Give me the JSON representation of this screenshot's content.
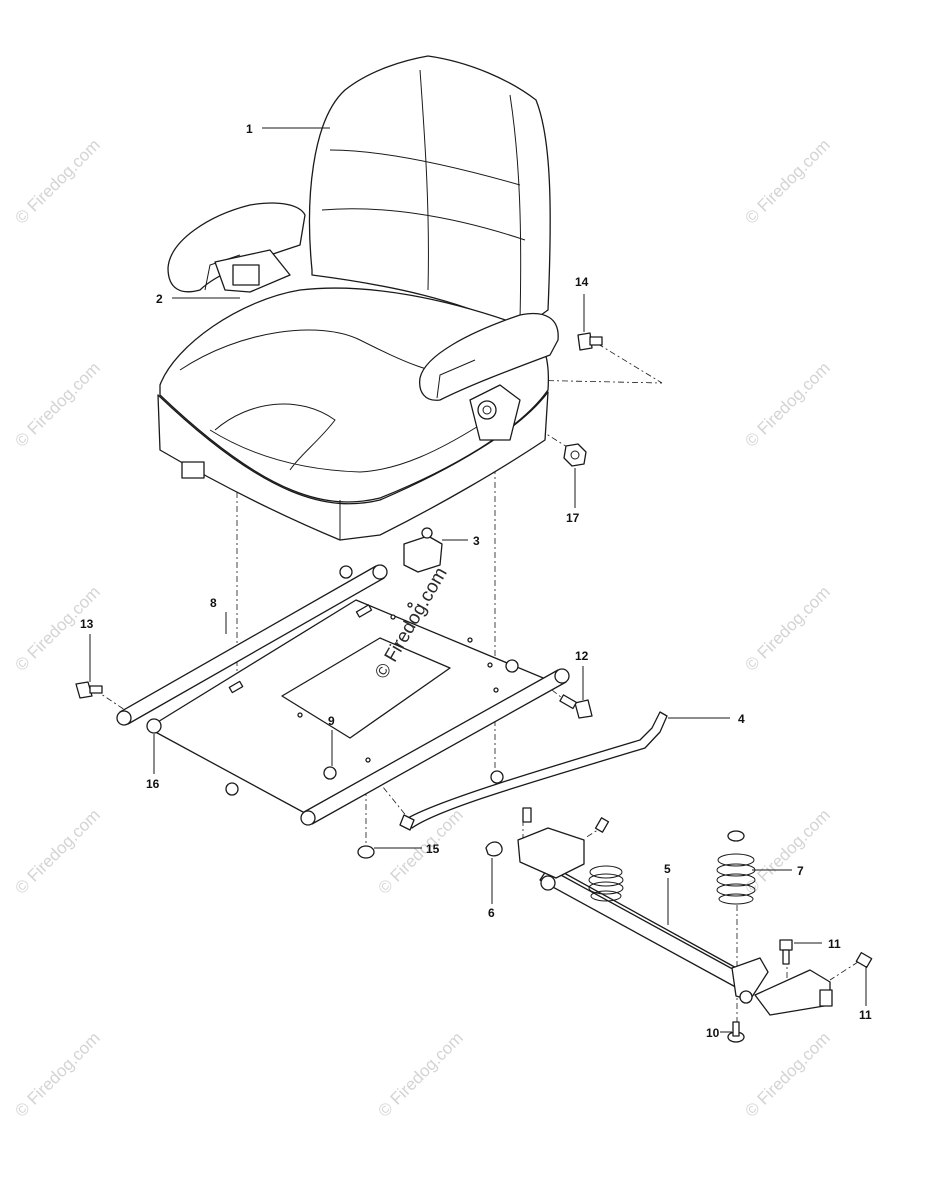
{
  "watermark": {
    "text": "© Firedog.com",
    "color": "#d4d4d4",
    "center_color": "#2a2a2a"
  },
  "callouts": {
    "c1": "1",
    "c2": "2",
    "c3": "3",
    "c4": "4",
    "c5": "5",
    "c6": "6",
    "c7": "7",
    "c8": "8",
    "c9": "9",
    "c10": "10",
    "c11a": "11",
    "c11b": "11",
    "c12": "12",
    "c13": "13",
    "c14": "14",
    "c15": "15",
    "c16": "16",
    "c17": "17"
  }
}
